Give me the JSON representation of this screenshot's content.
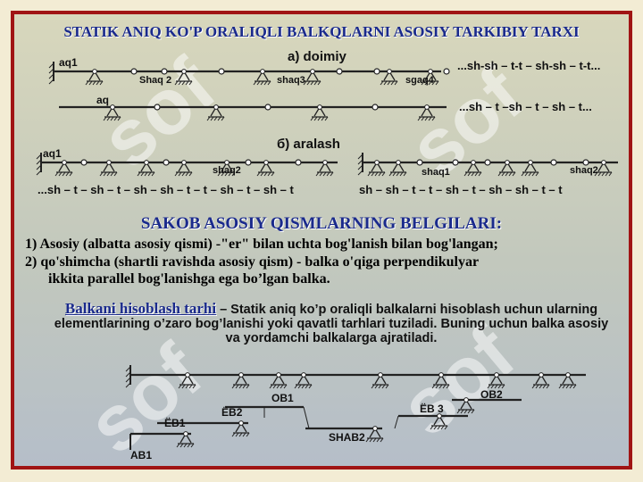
{
  "title": "STATIK ANIQ KO'P ORALIQLI BALKQLARNI ASOSIY TARKIBIY TARXI",
  "section_a": "а) doimiy",
  "section_b": "б) aralash",
  "diagram_a": {
    "row1_labels": {
      "aq1": "aq1",
      "shaq2": "Shaq 2",
      "shaq3": "shaq3",
      "shaq4": "sgaq4"
    },
    "row1_pattern": "...sh-sh – t-t – sh-sh – t-t...",
    "row2_label": "aq",
    "row2_pattern": "...sh – t –sh – t – sh – t..."
  },
  "diagram_b": {
    "left_label": "aq1",
    "left_shaq": "shaq2",
    "left_pattern": "...sh – t – sh  –  t – sh – sh – t  –   t – sh – t – sh – t",
    "right_shaq1": "shaq1",
    "right_shaq2": "shaq2",
    "right_pattern": "sh  – sh – t  –   t – sh  – t – sh –  sh – t  –  t"
  },
  "legend_heading": "SAKOB  ASOSIY QISMLARNING BELGILARI:",
  "item1": "1) Asosiy (albatta asosiy qismi) -\"er\" bilan uchta bog'lanish bilan bog'langan;",
  "item2_a": "2)  qo'shimcha  (shartli  ravishda  asosiy  qism)  -  balka  o'qiga  perpendikulyar",
  "item2_b": "ikkita parallel bog'lanishga ega bo’lgan balka.",
  "calc_title": "Balkani hisoblash tarhi",
  "calc_text": " – Statik aniq ko’p oraliqli balkalarni hisoblash uchun ularning elementlarining o’zaro bog’lanishi yoki qavatli tarhlari tuziladi. Buning uchun balka  asosiy va yordamchi balkalarga ajratiladi.",
  "diagram_c": {
    "AB1": "AB1",
    "EB1": "ЁB1",
    "EB2": "ЁB2",
    "OB1": "OB1",
    "SHAB2": "SHAB2",
    "EB3": "ЁB 3",
    "OB2": "OB2"
  },
  "watermark": "sof"
}
